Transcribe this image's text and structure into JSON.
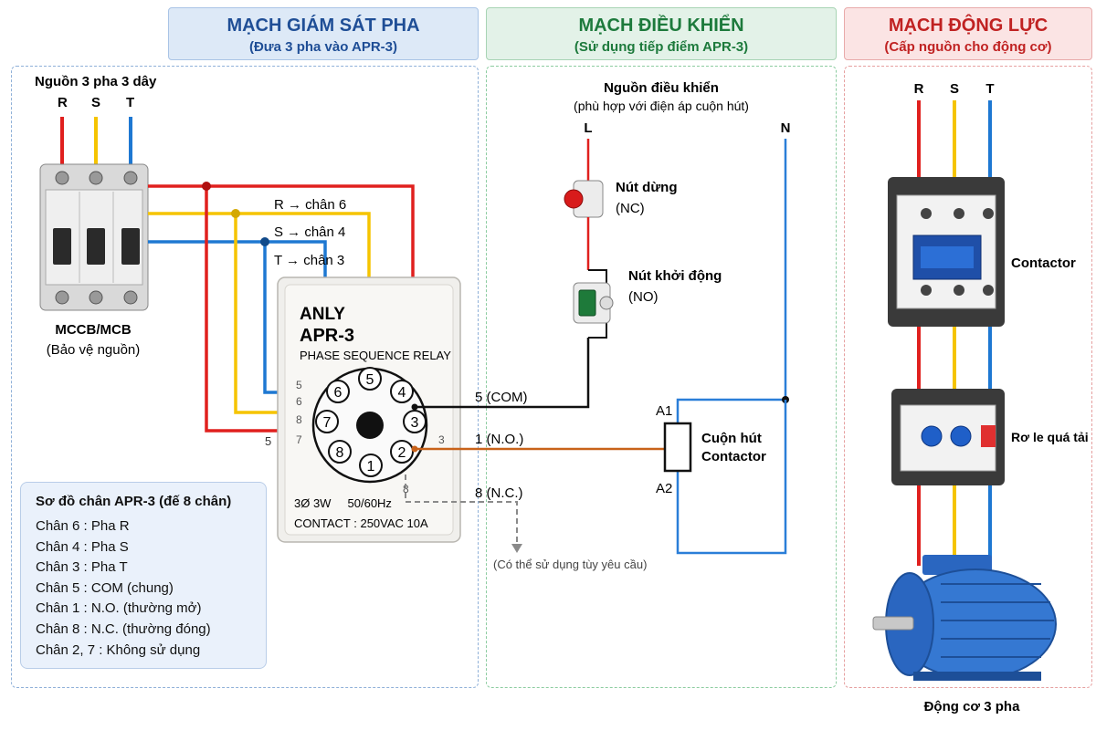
{
  "header": {
    "monitor": {
      "title": "MẠCH GIÁM SÁT PHA",
      "subtitle": "(Đưa 3 pha vào APR-3)"
    },
    "control": {
      "title": "MẠCH ĐIỀU KHIỂN",
      "subtitle": "(Sử dụng tiếp điểm APR-3)"
    },
    "power": {
      "title": "MẠCH ĐỘNG LỰC",
      "subtitle": "(Cấp nguồn cho động cơ)"
    }
  },
  "source": {
    "title": "Nguồn 3 pha 3 dây",
    "phase_r": "R",
    "phase_s": "S",
    "phase_t": "T"
  },
  "breaker": {
    "label": "MCCB/MCB",
    "sublabel": "(Bảo vệ nguồn)"
  },
  "wires": {
    "r_label": "R → chân 6",
    "s_label": "S → chân 4",
    "t_label": "T → chân 3"
  },
  "relay": {
    "brand": "ANLY",
    "model": "APR-3",
    "type": "PHASE SEQUENCE RELAY",
    "spec1": "3Ø 3W     50/60Hz",
    "spec2": "CONTACT : 250VAC 10A",
    "pins": [
      "1",
      "2",
      "3",
      "4",
      "5",
      "6",
      "7",
      "8"
    ]
  },
  "relay_side_marks": {
    "left5": "5",
    "left6": "6",
    "left8": "8",
    "left7": "7",
    "right3": "3",
    "bottom8": "8",
    "far5": "5"
  },
  "terminals": {
    "com": "5 (COM)",
    "no": "1 (N.O.)",
    "nc": "8 (N.C.)",
    "note": "(Có thể sử dụng tùy yêu cầu)"
  },
  "control": {
    "title": "Nguồn điều khiển",
    "subtitle": "(phù hợp với điện áp cuộn hút)",
    "line": "L",
    "neutral": "N",
    "stop_label": "Nút dừng",
    "stop_sub": "(NC)",
    "start_label": "Nút khởi động",
    "start_sub": "(NO)",
    "coil_a1": "A1",
    "coil_a2": "A2",
    "coil_label1": "Cuộn hút",
    "coil_label2": "Contactor"
  },
  "power": {
    "phase_r": "R",
    "phase_s": "S",
    "phase_t": "T",
    "contactor_label": "Contactor",
    "overload_label": "Rơ le quá tải",
    "motor_label": "Động cơ 3 pha"
  },
  "legend": {
    "title": "Sơ đồ chân APR-3 (đế 8 chân)",
    "items": [
      "Chân 6  : Pha R",
      "Chân 4  : Pha S",
      "Chân 3  : Pha T",
      "Chân 5  : COM (chung)",
      "Chân 1  : N.O. (thường mở)",
      "Chân 8  : N.C. (thường đóng)",
      "Chân 2, 7 : Không sử dụng"
    ]
  },
  "colors": {
    "r": "#e0201e",
    "s": "#f5c400",
    "t": "#1e78d2",
    "control": "#c8621a",
    "blue_line": "#2a7ed8",
    "black": "#111111"
  }
}
